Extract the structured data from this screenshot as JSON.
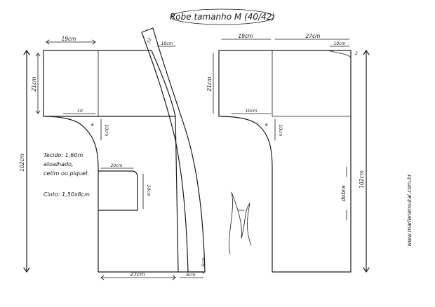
{
  "title": "Robe tamanho M (40/42)",
  "left_piece": {
    "width_top": "19cm",
    "height_shoulder": "21cm",
    "total_length": "102cm",
    "armhole_width": "10",
    "curve_mark": "6",
    "armhole_drop": "10cm",
    "pocket_width": "20cm",
    "pocket_height": "20cm",
    "bottom_width": "27cm",
    "bottom_overlap": "6cm",
    "neck_width": "10cm",
    "neck_small": "12"
  },
  "belt": {
    "label": "6cm"
  },
  "notes": {
    "fabric_line1": "Tecido: 1,60m",
    "fabric_line2": "atoalhado,",
    "fabric_line3": "cetim ou piquet.",
    "belt_note": "Cinto: 1,50x8cm"
  },
  "right_piece": {
    "width_left": "19cm",
    "width_right": "27cm",
    "neck_width": "10cm",
    "neck_small": "2",
    "height_shoulder": "21cm",
    "armhole_width": "10cm",
    "curve_mark": "6",
    "armhole_drop": "10cm",
    "total_length": "102cm",
    "fold_label": "dobra"
  },
  "signature": "Marlene Mukai",
  "website": "www.marlenemukai.com.br"
}
